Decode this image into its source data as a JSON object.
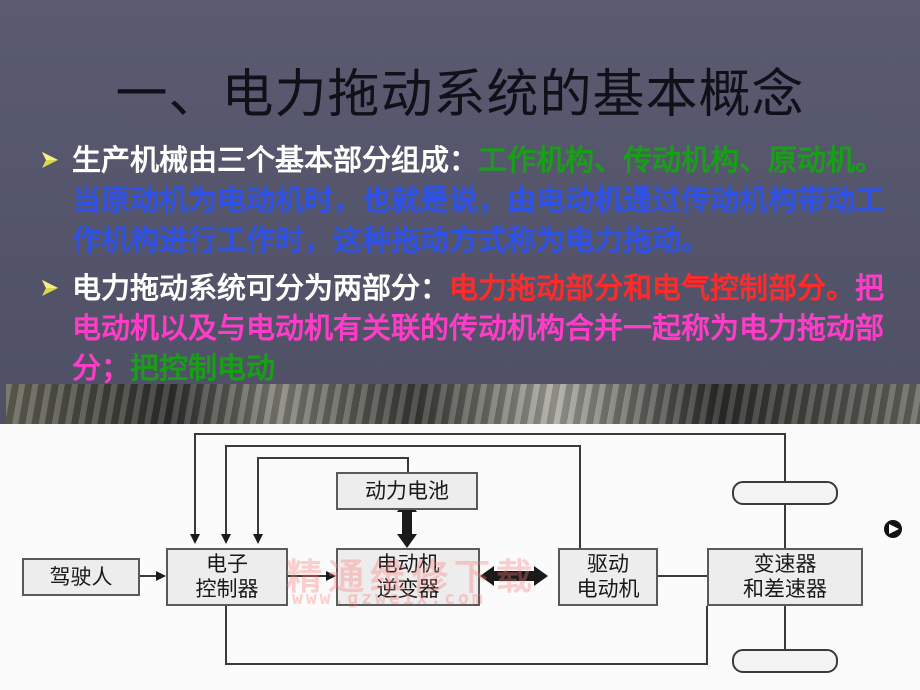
{
  "slide": {
    "title": "一、电力拖动系统的基本概念",
    "bullets": [
      {
        "segments": [
          {
            "text": "生产机械由三个基本部分组成：",
            "color": "white"
          },
          {
            "text": "工作机构、传动机构、原动机。",
            "color": "green"
          },
          {
            "text": " 当原动机为电动机时，也就是说，由电动机通过传动机构带动工作机构进行工作时，这种拖动方式称为电力拖动。",
            "color": "blue"
          }
        ]
      },
      {
        "segments": [
          {
            "text": "电力拖动系统可分为两部分：",
            "color": "white"
          },
          {
            "text": "电力拖动部分和电气控制部分。",
            "color": "red"
          },
          {
            "text": "把电动机以及与电动机有关联的传动机构合并一起称为电力拖动部分；",
            "color": "pink"
          },
          {
            "text": "把控制电动",
            "color": "green"
          }
        ]
      }
    ]
  },
  "diagram": {
    "boxes": {
      "driver": "驾驶人",
      "battery": "动力电池",
      "controller_line1": "电子",
      "controller_line2": "控制器",
      "inverter_line1": "电动机",
      "inverter_line2": "逆变器",
      "motor_line1": "驱动",
      "motor_line2": "电动机",
      "gearbox_line1": "变速器",
      "gearbox_line2": "和差速器"
    },
    "watermark": "精通维修下载",
    "watermark_url": "www.gzweix.com"
  },
  "colors": {
    "background": "#53546a",
    "title": "#0f1018",
    "white": "#ffffff",
    "green": "#1a9e1a",
    "blue": "#2e52e8",
    "red": "#ff2a2a",
    "pink": "#ff3cc8",
    "bullet_marker": "#d8d84a"
  },
  "icons": {
    "bullet": "triangle-arrow-icon",
    "cursor": "arrow-pointer-icon"
  }
}
